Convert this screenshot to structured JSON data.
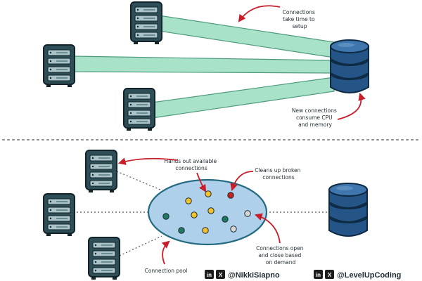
{
  "diagram": {
    "top": {
      "annotation_setup": [
        "Connections",
        "take time to",
        "setup"
      ],
      "annotation_resources": [
        "New connections",
        "consume CPU",
        "and memory"
      ]
    },
    "bottom": {
      "annotation_hands_out": [
        "Hands out available",
        "connections"
      ],
      "annotation_cleanup": [
        "Cleans up broken",
        "connections"
      ],
      "annotation_open_close": [
        "Connections open",
        "and close based",
        "on demand"
      ],
      "label_pool": "Connection pool"
    }
  },
  "footer": {
    "author_handle": "@NikkiSiapno",
    "publisher_handle": "@LevelUpCoding",
    "linkedin_glyph": "in",
    "x_glyph": "X"
  },
  "colors": {
    "server_body": "#2e4e57",
    "db_blue": "#245586",
    "connection_band": "#a8e2c8",
    "pool_fill": "#aed0ea",
    "pool_stroke": "#246a80",
    "arrow_red": "#c81e2a",
    "dot_yellow": "#f4c22c",
    "dot_green": "#1f7a63",
    "dot_red": "#c4231f",
    "dot_gray": "#d7d7d7"
  },
  "pool_connections": [
    {
      "state": "available"
    },
    {
      "state": "available"
    },
    {
      "state": "available"
    },
    {
      "state": "available"
    },
    {
      "state": "available"
    },
    {
      "state": "in-use"
    },
    {
      "state": "in-use"
    },
    {
      "state": "in-use"
    },
    {
      "state": "broken"
    },
    {
      "state": "idle"
    },
    {
      "state": "idle"
    }
  ]
}
